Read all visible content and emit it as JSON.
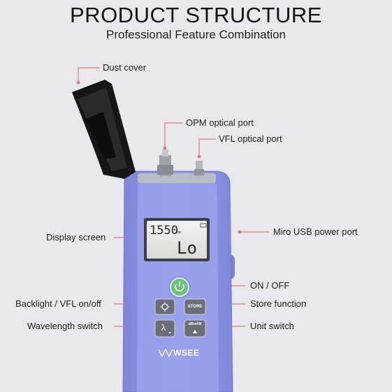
{
  "header": {
    "title": "PRODUCT STRUCTURE",
    "subtitle": "Professional Feature Combination"
  },
  "callouts": {
    "dust_cover": "Dust cover",
    "opm_port": "OPM optical port",
    "vfl_port": "VFL optical port",
    "display_screen": "Display screen",
    "usb_port": "Miro USB power port",
    "on_off": "ON / OFF",
    "backlight": "Backlight / VFL on/off",
    "store_function": "Store function",
    "wavelength_switch": "Wavelength switch",
    "unit_switch": "Unit switch"
  },
  "device": {
    "lcd_wavelength": "1550",
    "lcd_wavelength_unit": "nm",
    "lcd_reading": "Lo",
    "store_button": "STORE",
    "unit_button": "dBm/W",
    "wavelength_button": "λ",
    "brand": "WSEE"
  },
  "colors": {
    "body": "#8f97e6",
    "leader_line": "#e07b86",
    "power_button": "#6dc27a"
  }
}
